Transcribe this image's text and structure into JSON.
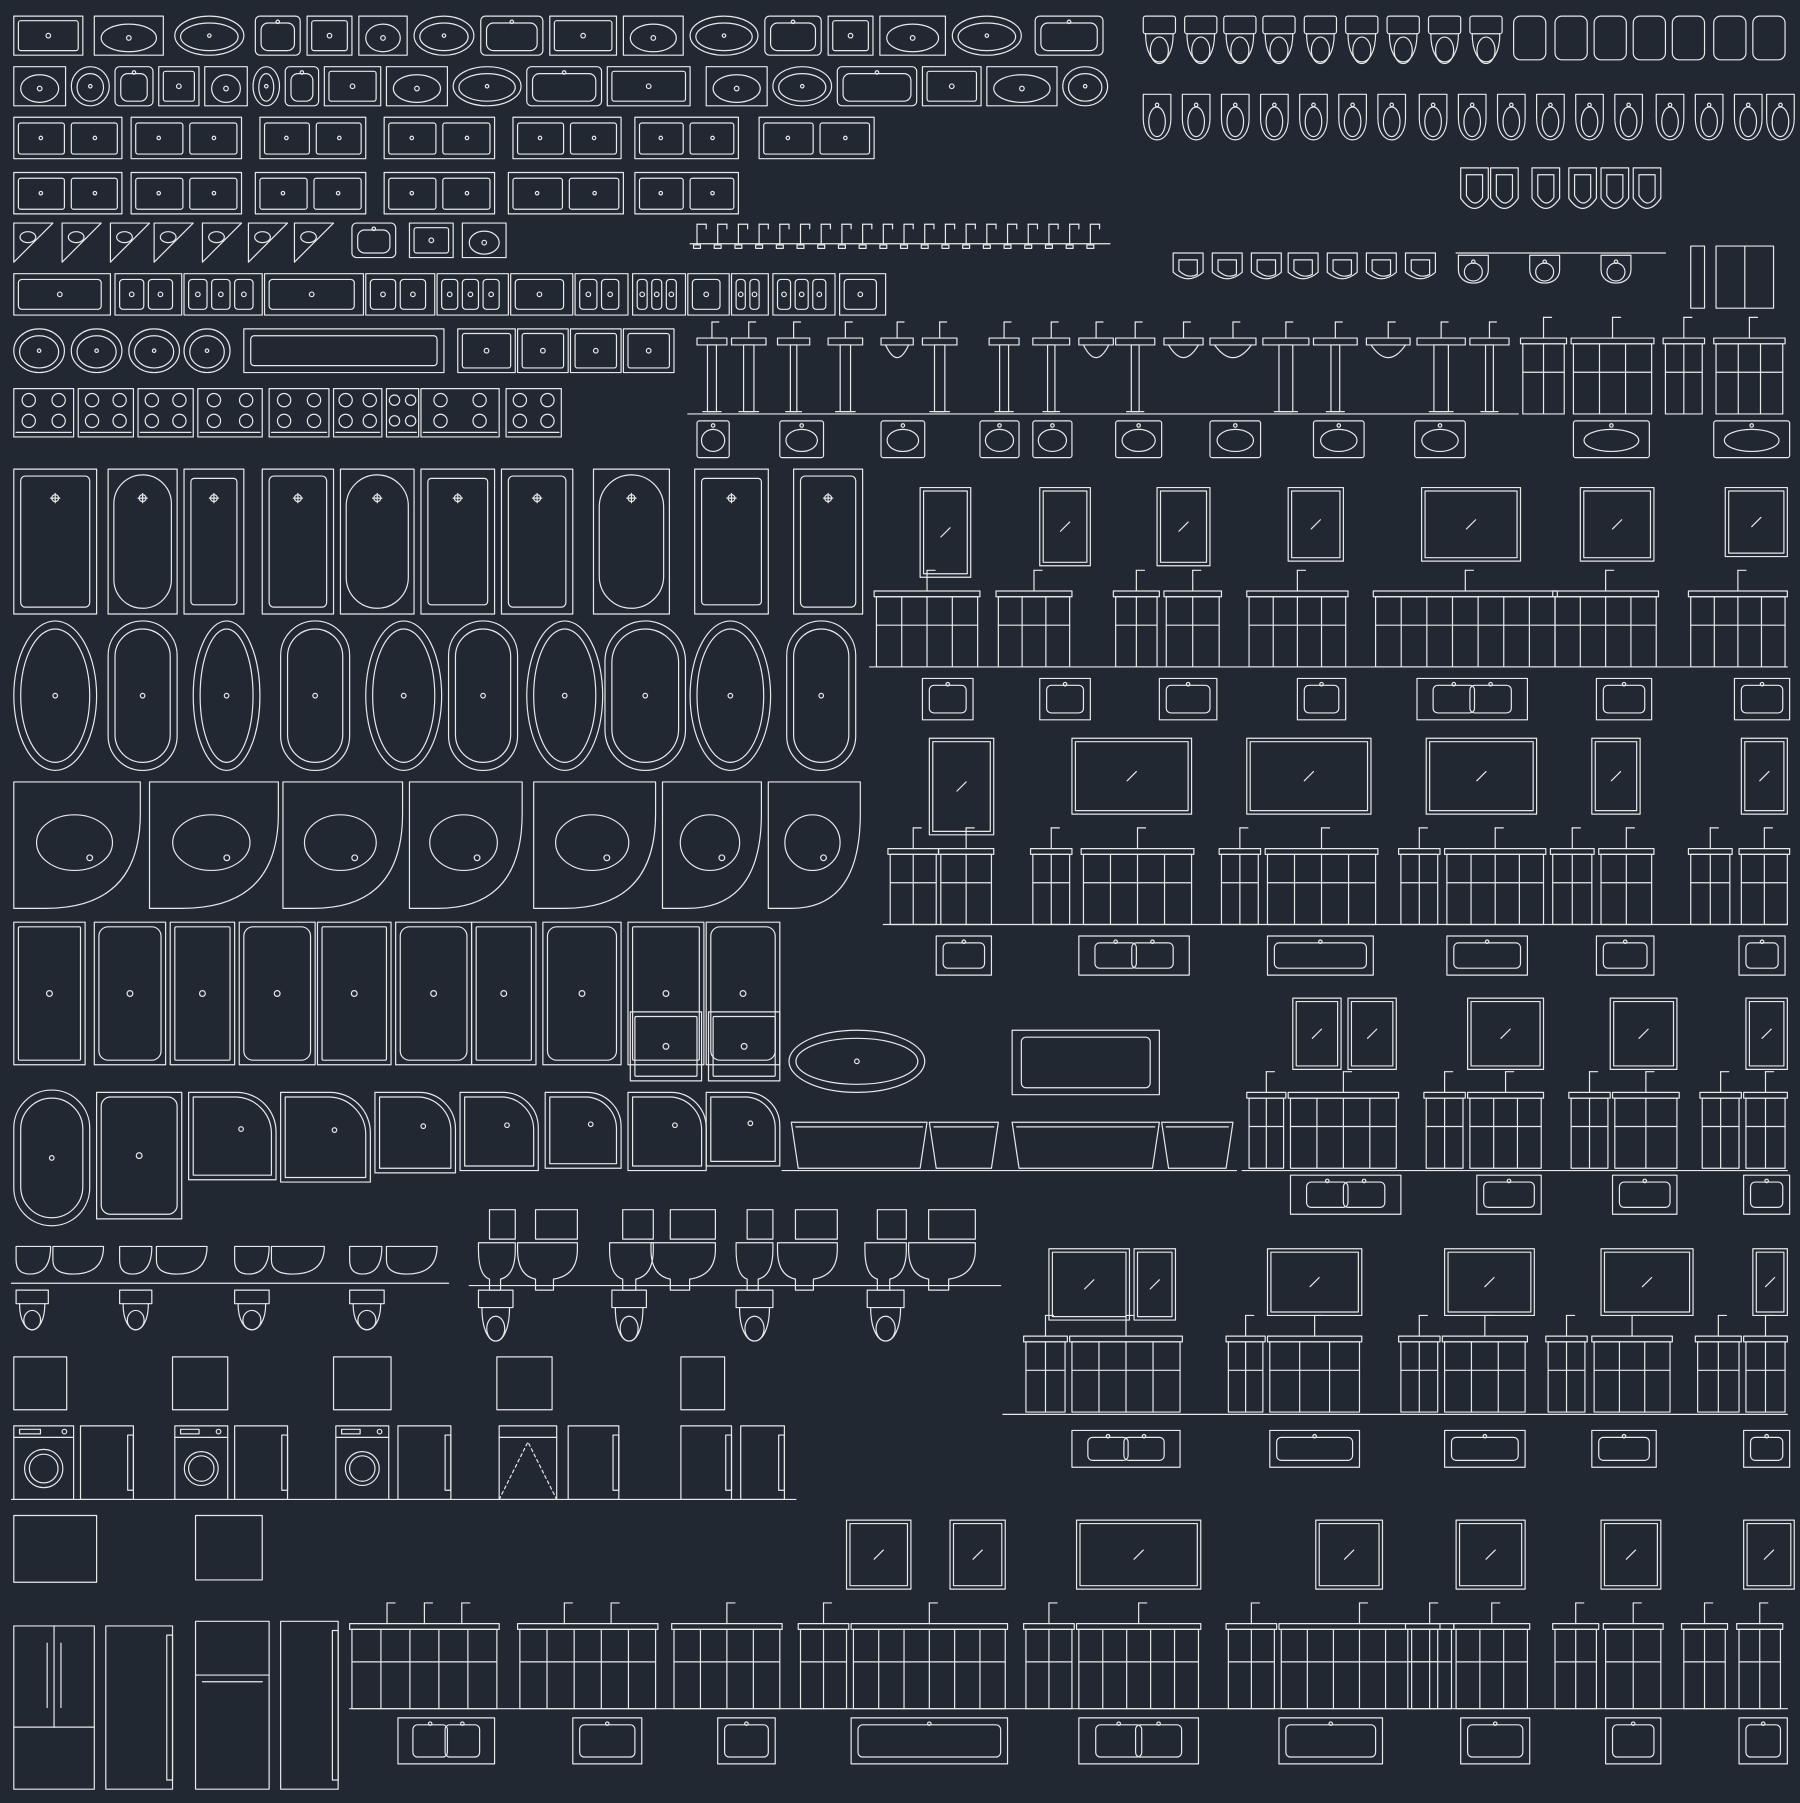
{
  "sheet": {
    "background": "#222832",
    "line_color": "#E6E8EA",
    "text_labels": []
  },
  "groups": [
    {
      "id": "sinks",
      "items": [
        "sink-plan",
        "double-sink-plan",
        "corner-sink-plan",
        "kitchen-sink-plan",
        "cooktop-plan"
      ]
    },
    {
      "id": "toilets",
      "items": [
        "toilet-plan",
        "bidet-plan",
        "urinal-elevation"
      ]
    },
    {
      "id": "faucets",
      "items": [
        "faucet-elevation"
      ]
    },
    {
      "id": "pedestal-basins",
      "items": [
        "pedestal-basin-elevation",
        "basin-plan"
      ]
    },
    {
      "id": "bathtubs",
      "items": [
        "rectangular-bathtub-plan",
        "oval-bathtub-plan",
        "corner-bathtub-plan",
        "bathtub-elevation"
      ]
    },
    {
      "id": "shower-trays",
      "items": [
        "shower-tray-plan",
        "quadrant-shower-tray-plan"
      ]
    },
    {
      "id": "vanities",
      "items": [
        "mirror-elevation",
        "vanity-elevation",
        "vanity-plan"
      ]
    },
    {
      "id": "wc-elevations",
      "items": [
        "wall-hung-wc-elevation",
        "close-coupled-wc-elevation",
        "wc-plan"
      ]
    },
    {
      "id": "appliances",
      "items": [
        "washing-machine",
        "dryer",
        "dishwasher",
        "refrigerator"
      ]
    }
  ]
}
